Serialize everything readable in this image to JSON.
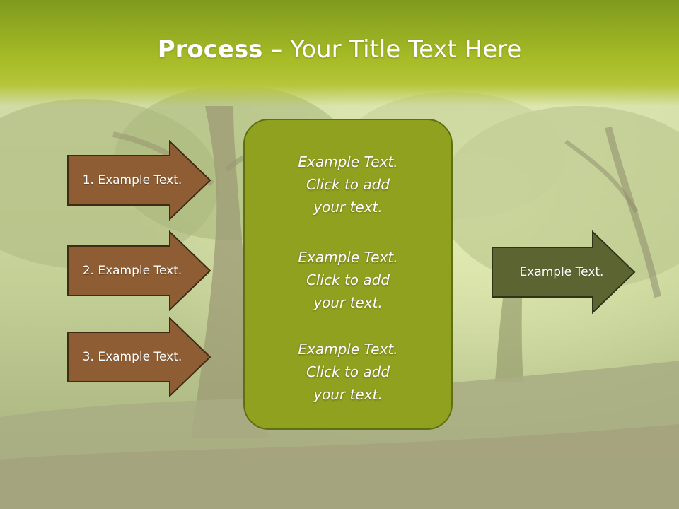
{
  "slide": {
    "title_bold": "Process",
    "title_rest": " – Your Title Text Here"
  },
  "steps": [
    {
      "label": "1. Example Text."
    },
    {
      "label": "2. Example Text."
    },
    {
      "label": "3. Example Text."
    }
  ],
  "center_blocks": [
    {
      "line1": "Example Text.",
      "line2": "Click  to add",
      "line3": "your text."
    },
    {
      "line1": "Example Text.",
      "line2": "Click  to add",
      "line3": "your text."
    },
    {
      "line1": "Example Text.",
      "line2": "Click  to add",
      "line3": "your text."
    }
  ],
  "output": {
    "label": "Example Text."
  },
  "colors": {
    "title_band": "#a6bb26",
    "step_arrow": "#8e5d33",
    "center_box": "#90a01f",
    "output_arrow": "#5c6531"
  }
}
